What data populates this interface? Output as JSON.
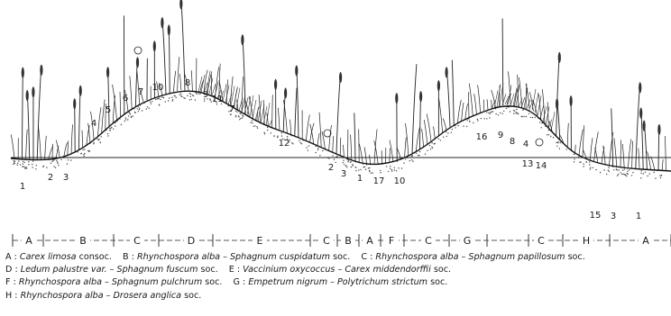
{
  "section_numbers": [
    "1",
    "2",
    "3",
    "4",
    "5",
    "6",
    "7",
    "10",
    "8",
    "9",
    "11",
    "7",
    "12",
    "2",
    "3",
    "1",
    "17",
    "10",
    "16",
    "9",
    "8",
    "4",
    "13",
    "14",
    "15",
    "3",
    "1"
  ],
  "zone_labels": [
    "A",
    "B",
    "C",
    "D",
    "E",
    "C",
    "B",
    "A",
    "F",
    "C",
    "G",
    "C",
    "H",
    "A"
  ],
  "legend": [
    {
      "key": "A",
      "name": "Carex limosa",
      "rank": "consoc."
    },
    {
      "key": "B",
      "name": "Rhynchospora alba – Sphagnum cuspidatum",
      "rank": "soc."
    },
    {
      "key": "C",
      "name": "Rhynchospora alba – Sphagnum papillosum",
      "rank": "soc."
    },
    {
      "key": "D",
      "name": "Ledum palustre var. – Sphagnum fuscum",
      "rank": "soc."
    },
    {
      "key": "E",
      "name": "Vaccinium oxycoccus – Carex middendorffii",
      "rank": "soc."
    },
    {
      "key": "F",
      "name": "Rhynchospora alba – Sphagnum pulchrum",
      "rank": "soc."
    },
    {
      "key": "G",
      "name": "Empetrum nigrum – Polytrichum strictum",
      "rank": "soc."
    },
    {
      "key": "H",
      "name": "Rhynchospora alba – Drosera anglica",
      "rank": "soc."
    }
  ]
}
